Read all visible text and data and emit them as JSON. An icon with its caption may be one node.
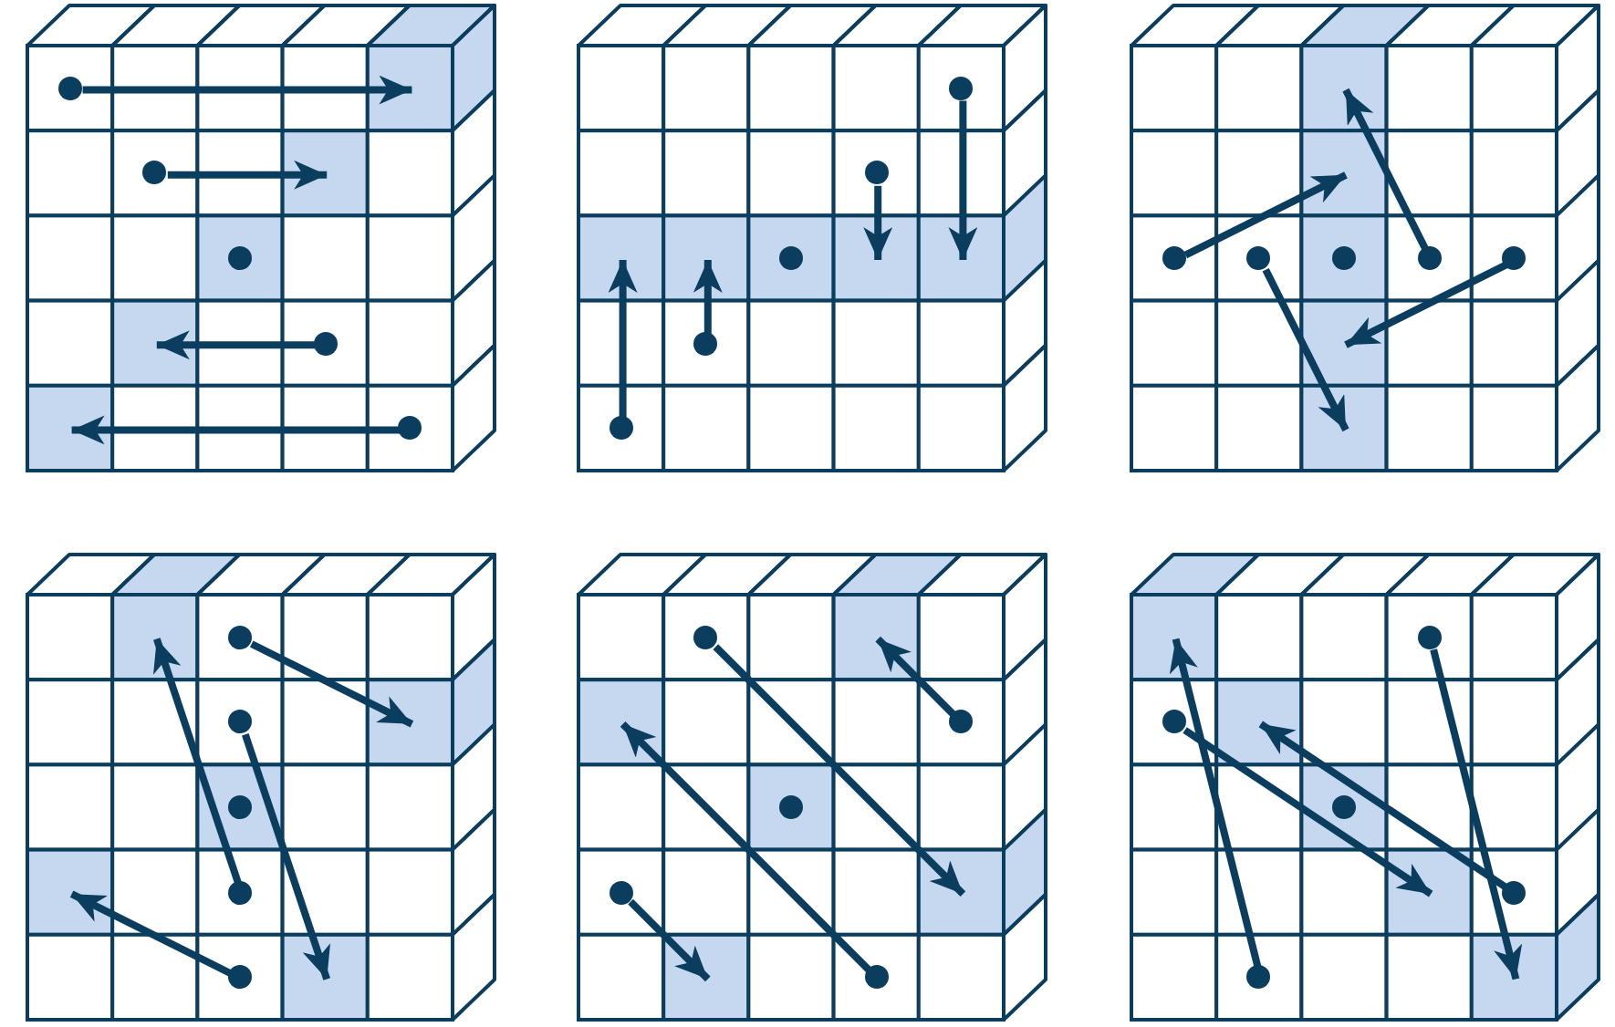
{
  "diagram": {
    "nodes": [
      {
        "text": [],
        "shape": "grid"
      },
      {
        "text": [],
        "shape": "circle",
        "in": 0
      },
      {
        "text": [],
        "shape": "circle",
        "in": 0
      },
      {
        "text": [],
        "shape": "circle",
        "in": 0
      },
      {
        "text": [],
        "shape": "circle",
        "in": 0
      },
      {
        "text": [],
        "shape": "circle",
        "in": 0
      },
      {
        "text": [],
        "shape": "grid"
      },
      {
        "text": [],
        "shape": "circle",
        "in": 6
      },
      {
        "text": [],
        "shape": "circle",
        "in": 6
      },
      {
        "text": [],
        "shape": "circle",
        "in": 6
      },
      {
        "text": [],
        "shape": "circle",
        "in": 6
      },
      {
        "text": [],
        "shape": "circle",
        "in": 6
      },
      {
        "text": [],
        "shape": "grid"
      },
      {
        "text": [],
        "shape": "circle",
        "in": 12
      },
      {
        "text": [],
        "shape": "circle",
        "in": 12
      },
      {
        "text": [],
        "shape": "circle",
        "in": 12
      },
      {
        "text": [],
        "shape": "circle",
        "in": 12
      },
      {
        "text": [],
        "shape": "circle",
        "in": 12
      },
      {
        "text": [],
        "shape": "grid"
      },
      {
        "text": [],
        "shape": "circle",
        "in": 18
      },
      {
        "text": [],
        "shape": "circle",
        "in": 18
      },
      {
        "text": [],
        "shape": "circle",
        "in": 18
      },
      {
        "text": [],
        "shape": "circle",
        "in": 18
      },
      {
        "text": [],
        "shape": "circle",
        "in": 18
      },
      {
        "text": [],
        "shape": "grid"
      },
      {
        "text": [],
        "shape": "circle",
        "in": 24
      },
      {
        "text": [],
        "shape": "circle",
        "in": 24
      },
      {
        "text": [],
        "shape": "circle",
        "in": 24
      },
      {
        "text": [],
        "shape": "circle",
        "in": 24
      },
      {
        "text": [],
        "shape": "circle",
        "in": 24
      },
      {
        "text": [],
        "shape": "grid"
      },
      {
        "text": [],
        "shape": "circle",
        "in": 30
      },
      {
        "text": [],
        "shape": "circle",
        "in": 30
      },
      {
        "text": [],
        "shape": "circle",
        "in": 30
      },
      {
        "text": [],
        "shape": "circle",
        "in": 30
      },
      {
        "text": [],
        "shape": "circle",
        "in": 30
      }
    ],
    "edges": [
      {
        "from": 1,
        "to": null,
        "arrow": "to"
      },
      {
        "from": 2,
        "to": null,
        "arrow": "to"
      },
      {
        "from": 4,
        "to": null,
        "arrow": "to"
      },
      {
        "from": 5,
        "to": null,
        "arrow": "to"
      },
      {
        "from": 7,
        "to": null,
        "arrow": "to"
      },
      {
        "from": 8,
        "to": null,
        "arrow": "to"
      },
      {
        "from": 10,
        "to": null,
        "arrow": "to"
      },
      {
        "from": 11,
        "to": null,
        "arrow": "to"
      },
      {
        "from": 13,
        "to": null,
        "arrow": "to"
      },
      {
        "from": 14,
        "to": null,
        "arrow": "to"
      },
      {
        "from": 16,
        "to": null,
        "arrow": "to"
      },
      {
        "from": 17,
        "to": null,
        "arrow": "to"
      },
      {
        "from": 19,
        "to": null,
        "arrow": "to"
      },
      {
        "from": 20,
        "to": null,
        "arrow": "to"
      },
      {
        "from": 22,
        "to": null,
        "arrow": "to"
      },
      {
        "from": 23,
        "to": null,
        "arrow": "to"
      },
      {
        "from": 25,
        "to": null,
        "arrow": "to"
      },
      {
        "from": 26,
        "to": null,
        "arrow": "to"
      },
      {
        "from": 28,
        "to": null,
        "arrow": "to"
      },
      {
        "from": 29,
        "to": null,
        "arrow": "to"
      },
      {
        "from": 31,
        "to": null,
        "arrow": "to"
      },
      {
        "from": 32,
        "to": null,
        "arrow": "to"
      },
      {
        "from": 34,
        "to": null,
        "arrow": "to"
      },
      {
        "from": 35,
        "to": null,
        "arrow": "to"
      }
    ]
  }
}
